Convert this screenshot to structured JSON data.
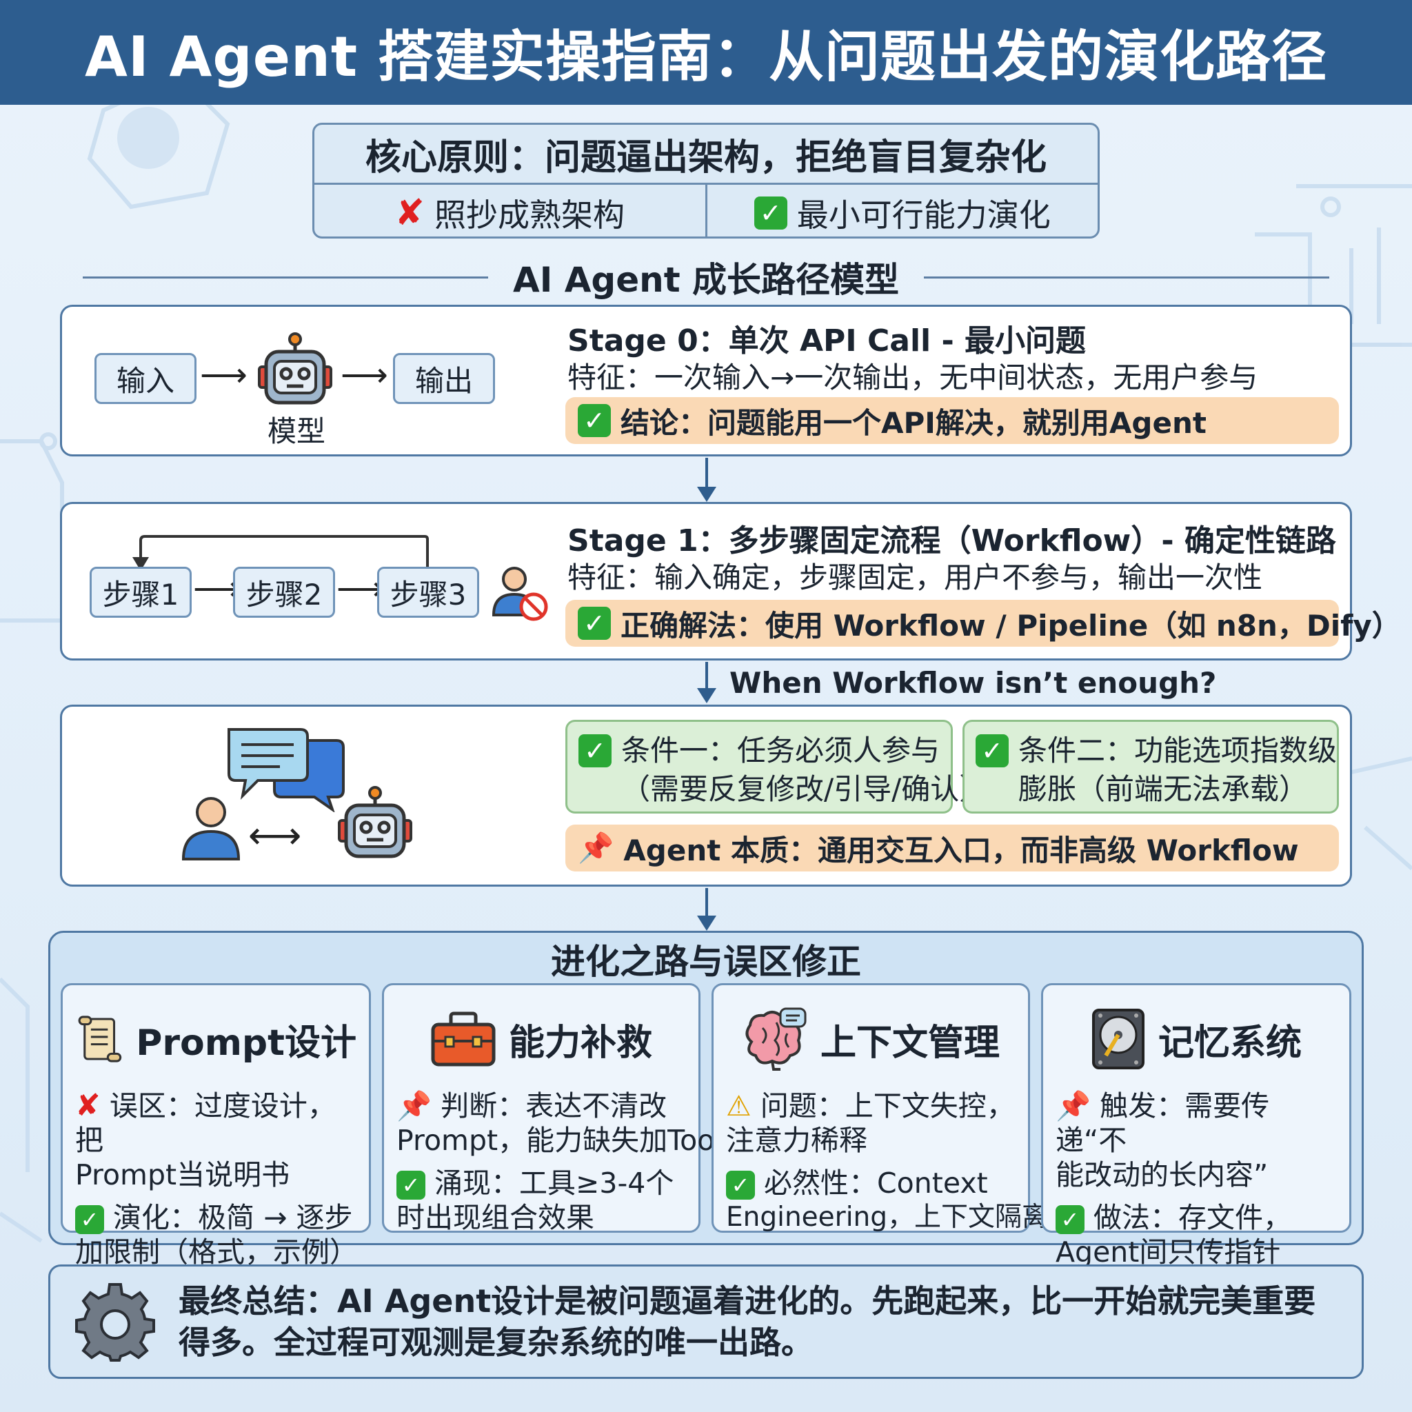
{
  "header": {
    "title": "AI Agent 搭建实操指南：从问题出发的演化路径"
  },
  "principle": {
    "title": "核心原则：问题逼出架构，拒绝盲目复杂化",
    "bad": "照抄成熟架构",
    "good": "最小可行能力演化"
  },
  "growth_title": "AI Agent 成长路径模型",
  "stage0": {
    "input": "输入",
    "model": "模型",
    "output": "输出",
    "title": "Stage 0：单次 API Call - 最小问题",
    "feature": "特征：一次输入→一次输出，无中间状态，无用户参与",
    "conclusion": "结论：问题能用一个API解决，就别用Agent"
  },
  "stage1": {
    "step1": "步骤1",
    "step2": "步骤2",
    "step3": "步骤3",
    "title": "Stage 1：多步骤固定流程（Workflow）- 确定性链路",
    "feature": "特征：输入确定，步骤固定，用户不参与，输出一次性",
    "conclusion": "正确解法：使用 Workflow / Pipeline（如 n8n，Dify）"
  },
  "question": "When Workflow isn’t enough?",
  "stage2": {
    "cond1_line1": "条件一：任务必须人参与",
    "cond1_line2": "（需要反复修改/引导/确认）",
    "cond2_line1": "条件二：功能选项指数级",
    "cond2_line2": "膨胀（前端无法承载）",
    "essence": "Agent 本质：通用交互入口，而非高级 Workflow"
  },
  "evolution": {
    "title": "进化之路与误区修正",
    "cards": [
      {
        "title": "Prompt设计",
        "l1": "误区：过度设计，把",
        "l1b": "Prompt当说明书",
        "l2": "演化：极简 → 逐步",
        "l2b": "加限制（格式，示例）"
      },
      {
        "title": "能力补救",
        "l1": "判断：表达不清改",
        "l1b": "Prompt，能力缺失加Tool",
        "l2": "涌现：工具≥3-4个",
        "l2b": "时出现组合效果"
      },
      {
        "title": "上下文管理",
        "l1": "问题：上下文失控，",
        "l1b": "注意力稀释",
        "l2": "必然性：Context",
        "l2b": "Engineering，上下文隔离"
      },
      {
        "title": "记忆系统",
        "l1": "触发：需要传递“不",
        "l1b": "能改动的长内容”",
        "l2": "做法：存文件，",
        "l2b": "Agent间只传指针"
      }
    ]
  },
  "summary": {
    "line1": "最终总结：AI Agent设计是被问题逼着进化的。先跑起来，比一开始就完美重要",
    "line2": "得多。全过程可观测是复杂系统的唯一出路。"
  },
  "colors": {
    "header": "#2d5d8f",
    "accent_blue": "#2f5d8d",
    "conclusion_orange": "#fad9b5",
    "condition_green": "#dbefd7",
    "check_green": "#2aa836",
    "cross_red": "#e02020"
  },
  "icons": [
    "cross-icon",
    "check-icon",
    "robot-icon",
    "user-blocked-icon",
    "chat-bubbles-icon",
    "user-icon",
    "pin-icon",
    "scroll-icon",
    "toolbox-icon",
    "brain-icon",
    "warning-icon",
    "hard-drive-icon",
    "gear-icon"
  ]
}
